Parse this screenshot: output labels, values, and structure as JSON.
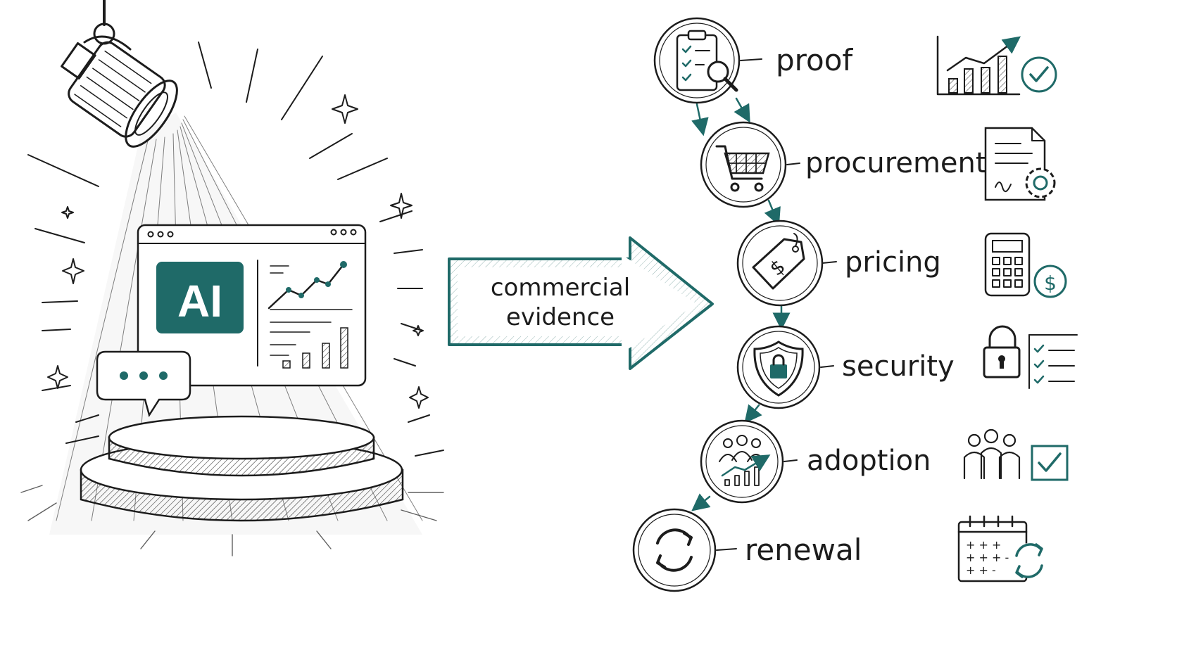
{
  "center_label": {
    "line1": "commercial",
    "line2": "evidence"
  },
  "screen_badge": "AI",
  "accent_color": "#1f6a68",
  "ink_color": "#1c1c1c",
  "stages": [
    {
      "label": "proof",
      "icon": "clipboard-search-icon",
      "side_icon": "bar-chart-check-icon"
    },
    {
      "label": "procurement",
      "icon": "shopping-cart-icon",
      "side_icon": "document-gear-icon"
    },
    {
      "label": "pricing",
      "icon": "price-tag-icon",
      "side_icon": "calculator-dollar-icon"
    },
    {
      "label": "security",
      "icon": "shield-lock-icon",
      "side_icon": "padlock-checklist-icon"
    },
    {
      "label": "adoption",
      "icon": "people-growth-icon",
      "side_icon": "team-checkbox-icon"
    },
    {
      "label": "renewal",
      "icon": "refresh-cycle-icon",
      "side_icon": "calendar-refresh-icon"
    }
  ]
}
